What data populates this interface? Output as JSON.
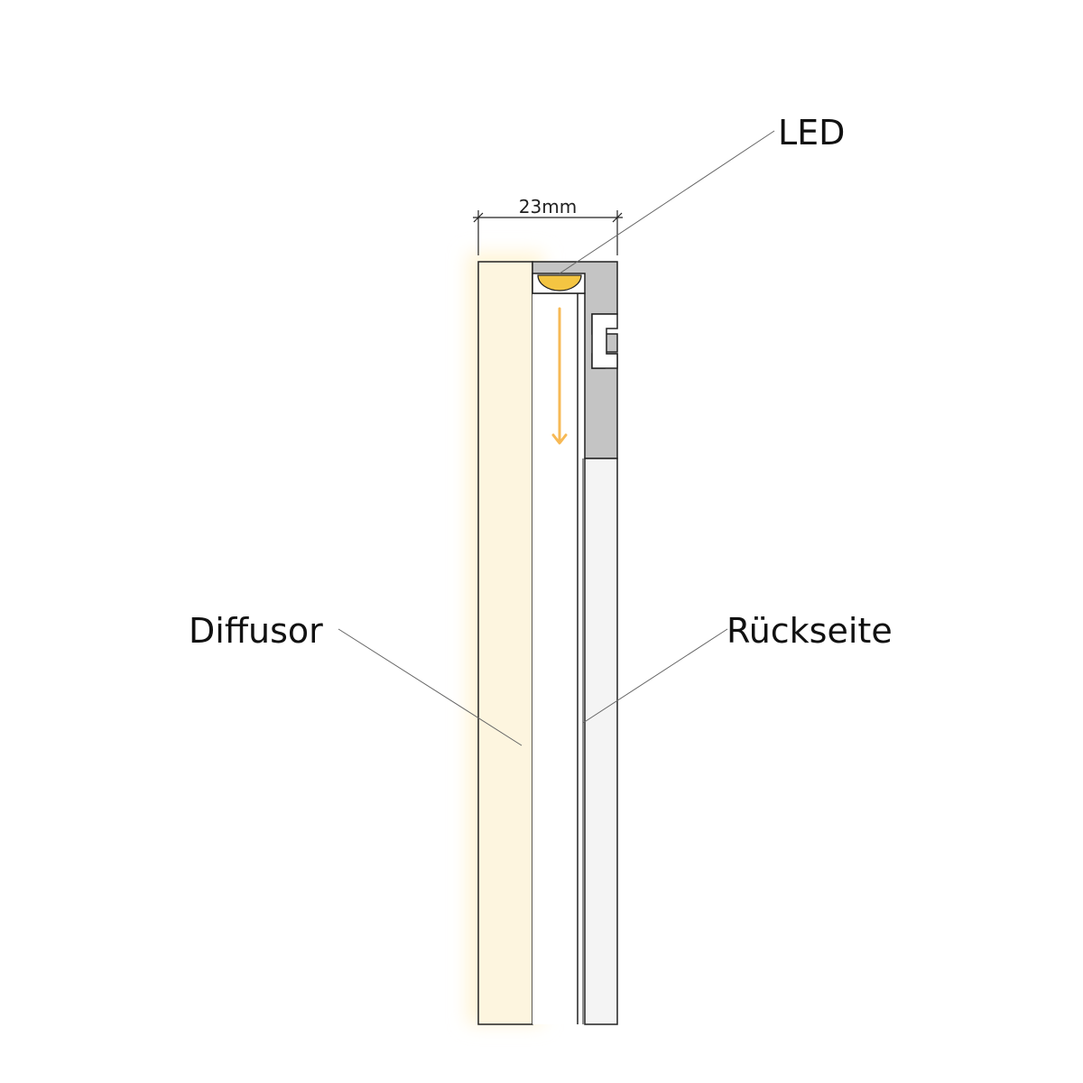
{
  "labels": {
    "led": "LED",
    "diffusor": "Diffusor",
    "rueckseite": "Rückseite",
    "dimension": "23mm"
  },
  "colors": {
    "diffusor_fill": "#fdf5df",
    "glow": "#fff4d6",
    "led": "#f4c542",
    "arrow": "#f7b955",
    "profile": "#c4c4c4",
    "back_panel": "#f4f4f4",
    "line": "#222222",
    "leader": "#666666"
  }
}
